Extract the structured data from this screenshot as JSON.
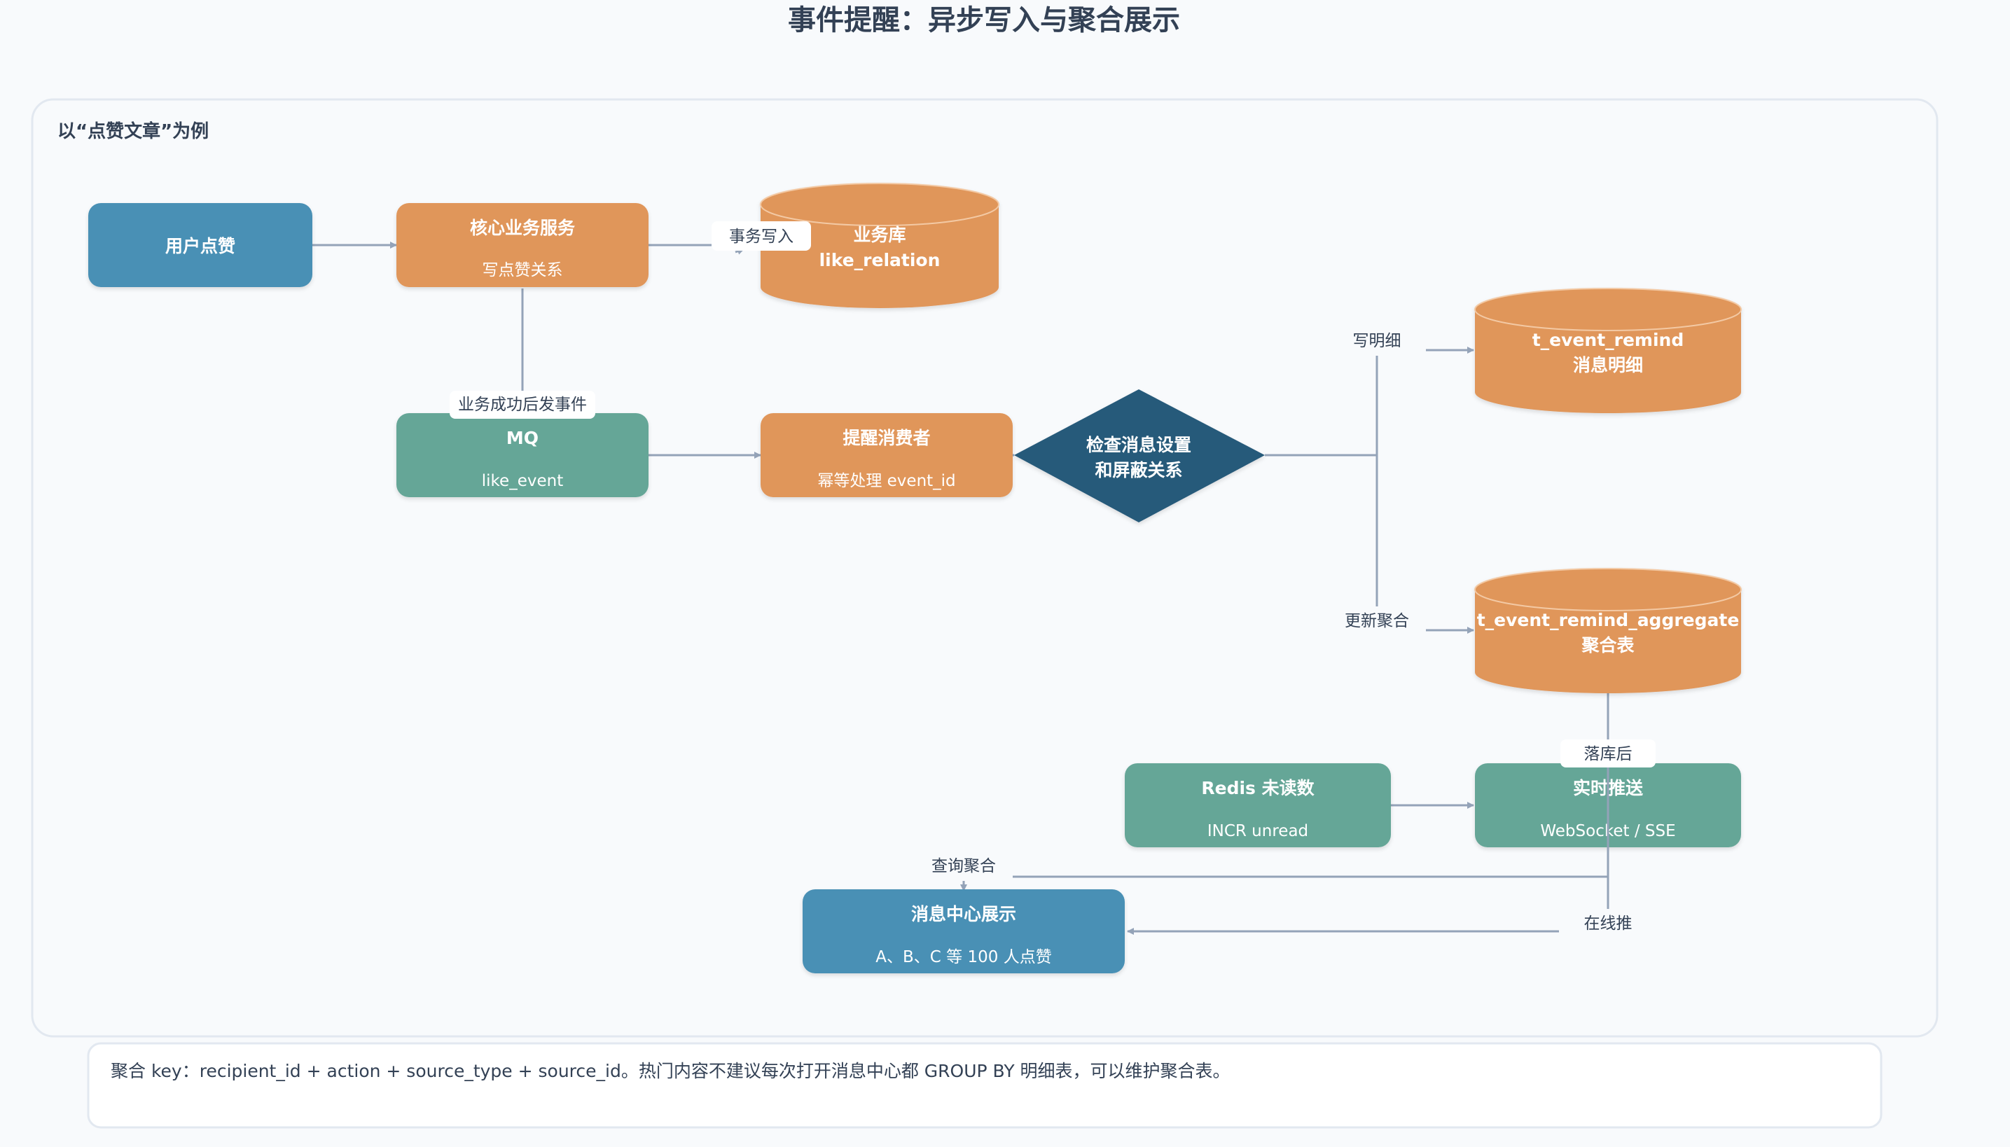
{
  "title": "事件提醒：异步写入与聚合展示",
  "group_label": "以“点赞文章”为例",
  "nodes": {
    "user_like": {
      "title": "用户点赞"
    },
    "core_service": {
      "title": "核心业务服务",
      "subtitle": "写点赞关系"
    },
    "business_db": {
      "title": "业务库",
      "subtitle": "like_relation"
    },
    "mq": {
      "title": "MQ",
      "subtitle": "like_event"
    },
    "consumer": {
      "title": "提醒消费者",
      "subtitle": "幂等处理 event_id"
    },
    "check": {
      "line1": "检查消息设置",
      "line2": "和屏蔽关系"
    },
    "remind_db": {
      "title": "t_event_remind",
      "subtitle": "消息明细"
    },
    "aggregate_db": {
      "title": "t_event_remind_aggregate",
      "subtitle": "聚合表"
    },
    "redis": {
      "title": "Redis 未读数",
      "subtitle": "INCR unread"
    },
    "push": {
      "title": "实时推送",
      "subtitle": "WebSocket / SSE"
    },
    "message_center": {
      "title": "消息中心展示",
      "subtitle": "A、B、C 等 100 人点赞"
    }
  },
  "edges": {
    "tx_write": "事务写入",
    "publish_event": "业务成功后发事件",
    "write_detail": "写明细",
    "update_aggregate": "更新聚合",
    "after_commit": "落库后",
    "query_aggregate": "查询聚合",
    "online_push": "在线推"
  },
  "note": "聚合 key：recipient_id + action + source_type + source_id。热门内容不建议每次打开消息中心都 GROUP BY 明细表，可以维护聚合表。",
  "colors": {
    "blue": "#4a90b5",
    "orange": "#e0965a",
    "green": "#65a697",
    "navy": "#285a7a",
    "edge": "#94a3b8"
  }
}
